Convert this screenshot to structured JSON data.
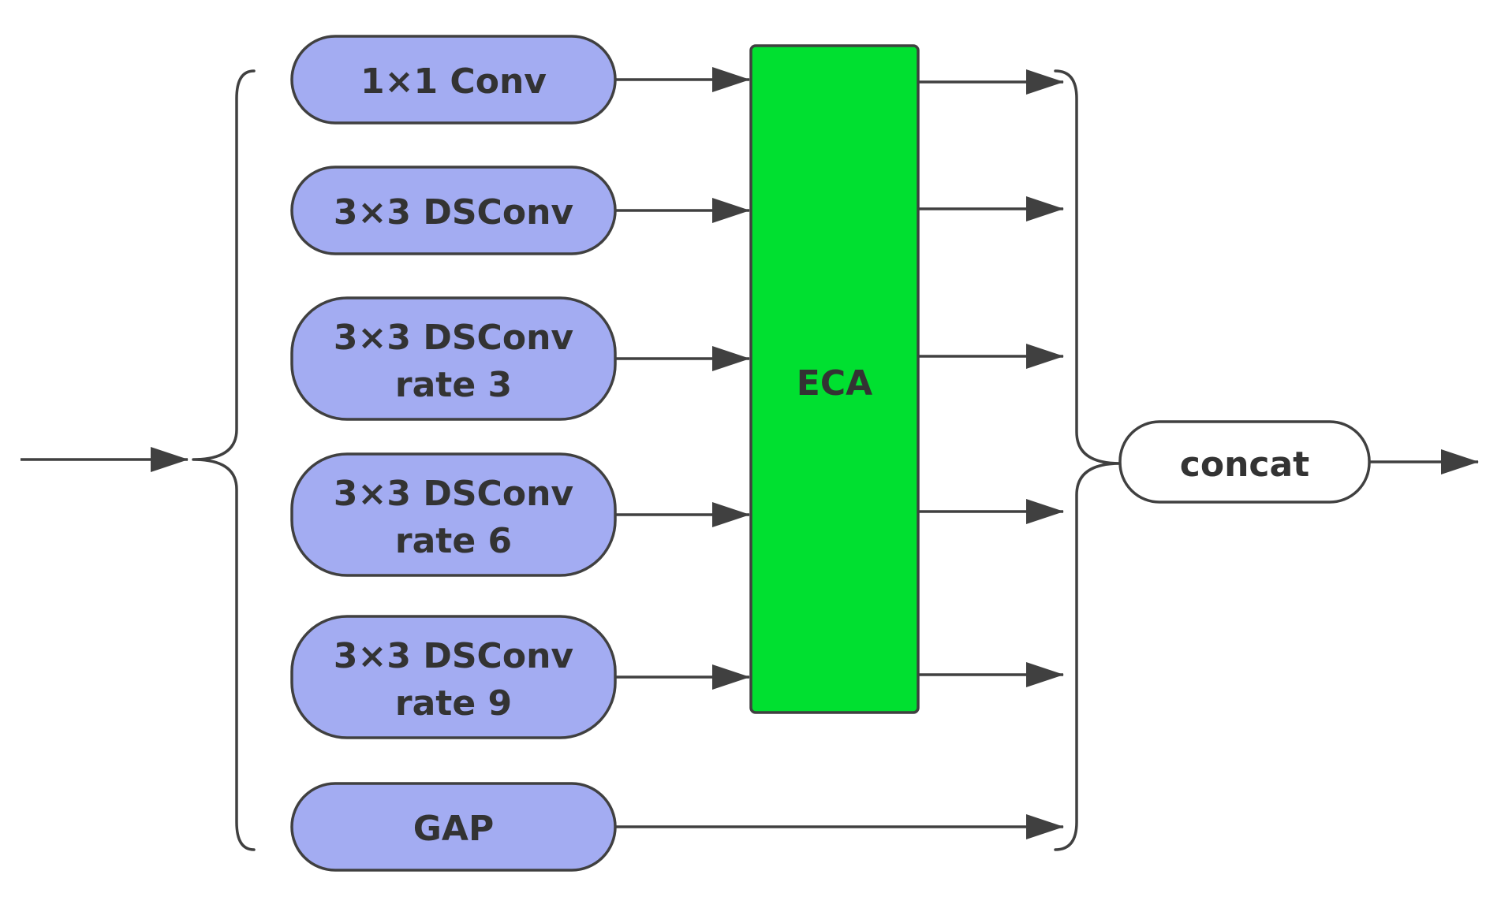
{
  "diagram": {
    "branches": [
      {
        "line1": "1×1 Conv",
        "line2": ""
      },
      {
        "line1": "3×3 DSConv",
        "line2": ""
      },
      {
        "line1": "3×3 DSConv",
        "line2": "rate 3"
      },
      {
        "line1": "3×3 DSConv",
        "line2": "rate 6"
      },
      {
        "line1": "3×3 DSConv",
        "line2": "rate 9"
      },
      {
        "line1": "GAP",
        "line2": ""
      }
    ],
    "eca_label": "ECA",
    "concat_label": "concat",
    "colors": {
      "branch_fill": "#a3acf2",
      "eca_fill": "#00e030",
      "concat_fill": "#ffffff",
      "stroke": "#404040",
      "text": "#333333"
    }
  }
}
